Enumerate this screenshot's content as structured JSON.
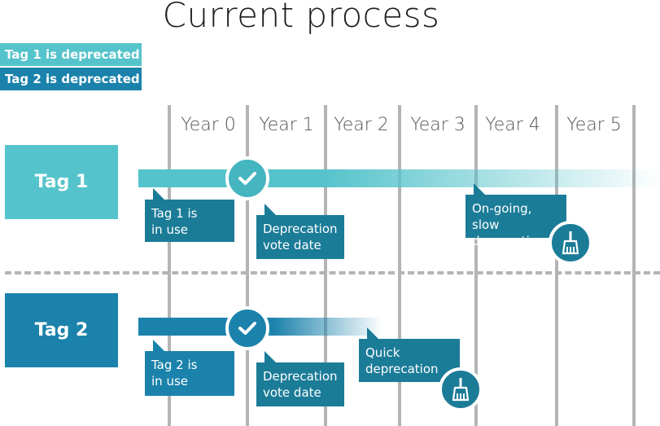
{
  "title": "Current process",
  "legend": {
    "tag1": "Tag 1 is deprecated",
    "tag2": "Tag 2 is deprecated"
  },
  "years": [
    "Year 0",
    "Year 1",
    "Year 2",
    "Year 3",
    "Year 4",
    "Year 5"
  ],
  "tag1": {
    "label": "Tag 1",
    "in_use": "Tag 1 is\nin use",
    "vote": "Deprecation\nvote date",
    "deprecation": "On-going, slow\ndeprecation"
  },
  "tag2": {
    "label": "Tag 2",
    "in_use": "Tag 2 is\nin use",
    "vote": "Deprecation\nvote date",
    "deprecation": "Quick\ndeprecation"
  },
  "colors": {
    "tag1": "#55c3cb",
    "tag2": "#1a82ab",
    "callout": "#1b7c98",
    "grid": "#b4b4b4"
  },
  "icons": {
    "vote": "check-icon",
    "deprecation": "broom-icon"
  }
}
